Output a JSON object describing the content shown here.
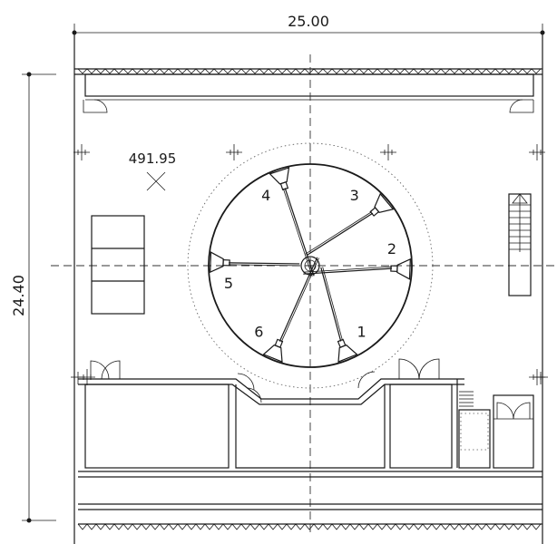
{
  "dimensions": {
    "width": "25.00",
    "height": "24.40"
  },
  "level_mark": "491.95",
  "positions": [
    "1",
    "2",
    "3",
    "4",
    "5",
    "6"
  ]
}
